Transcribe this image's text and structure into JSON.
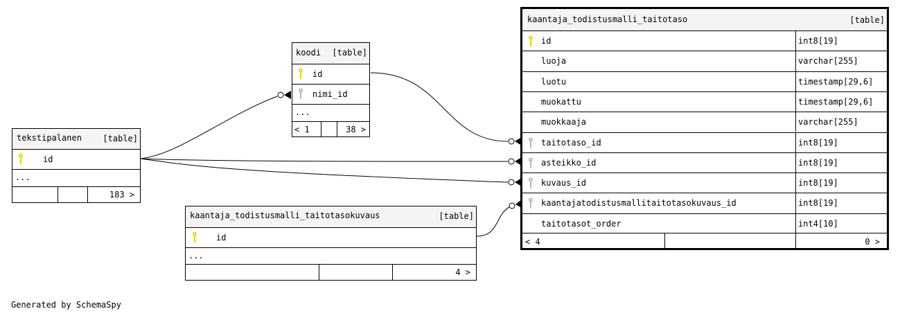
{
  "footer": "Generated by SchemaSpy",
  "colors": {
    "primary_key": "#e6d800",
    "foreign_key": "#b8b8b8",
    "header_bg": "#f4f4f4"
  },
  "tables": {
    "main": {
      "name": "kaantaja_todistusmalli_taitotaso",
      "tag": "[table]",
      "columns": [
        {
          "name": "id",
          "type": "int8[19]",
          "icon": "primary-key-icon"
        },
        {
          "name": "luoja",
          "type": "varchar[255]",
          "icon": ""
        },
        {
          "name": "luotu",
          "type": "timestamp[29,6]",
          "icon": ""
        },
        {
          "name": "muokattu",
          "type": "timestamp[29,6]",
          "icon": ""
        },
        {
          "name": "muokkaaja",
          "type": "varchar[255]",
          "icon": ""
        },
        {
          "name": "taitotaso_id",
          "type": "int8[19]",
          "icon": "foreign-key-icon"
        },
        {
          "name": "asteikko_id",
          "type": "int8[19]",
          "icon": "foreign-key-icon"
        },
        {
          "name": "kuvaus_id",
          "type": "int8[19]",
          "icon": "foreign-key-icon"
        },
        {
          "name": "kaantajatodistusmallitaitotasokuvaus_id",
          "type": "int8[19]",
          "icon": "foreign-key-icon"
        },
        {
          "name": "taitotasot_order",
          "type": "int4[10]",
          "icon": ""
        }
      ],
      "parents": "< 4",
      "children": "0 >"
    },
    "koodi": {
      "name": "koodi",
      "tag": "[table]",
      "columns": [
        {
          "name": "id",
          "icon": "primary-key-icon"
        },
        {
          "name": "nimi_id",
          "icon": "foreign-key-icon"
        }
      ],
      "ellipsis": "...",
      "parents": "< 1",
      "children": "38 >"
    },
    "tekstipalanen": {
      "name": "tekstipalanen",
      "tag": "[table]",
      "columns": [
        {
          "name": "id",
          "icon": "primary-key-icon"
        }
      ],
      "ellipsis": "...",
      "parents": "",
      "children": "183 >"
    },
    "taitotasokuvaus": {
      "name": "kaantaja_todistusmalli_taitotasokuvaus",
      "tag": "[table]",
      "columns": [
        {
          "name": "id",
          "icon": "primary-key-icon"
        }
      ],
      "ellipsis": "...",
      "parents": "",
      "children": "4 >"
    }
  },
  "relationships": [
    {
      "from": "tekstipalanen.id",
      "to": "koodi.nimi_id"
    },
    {
      "from": "koodi.id",
      "to": "kaantaja_todistusmalli_taitotaso.taitotaso_id"
    },
    {
      "from": "tekstipalanen.id",
      "to": "kaantaja_todistusmalli_taitotaso.asteikko_id"
    },
    {
      "from": "tekstipalanen.id",
      "to": "kaantaja_todistusmalli_taitotaso.kuvaus_id"
    },
    {
      "from": "kaantaja_todistusmalli_taitotasokuvaus.id",
      "to": "kaantaja_todistusmalli_taitotaso.kaantajatodistusmallitaitotasokuvaus_id"
    }
  ]
}
